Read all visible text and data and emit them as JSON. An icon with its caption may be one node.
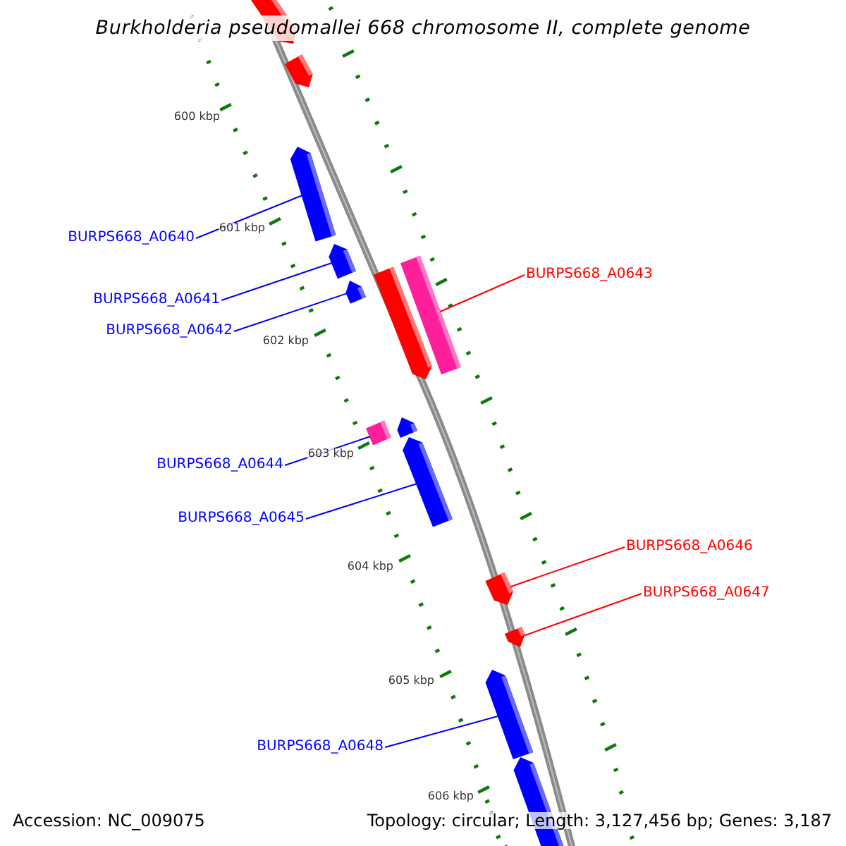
{
  "diagram": {
    "title": "Burkholderia pseudomallei 668 chromosome II, complete genome",
    "nodes": [
      {
        "text": [
          "BURPS668_A0640"
        ]
      },
      {
        "text": [
          "BURPS668_A0643"
        ]
      },
      {
        "text": [
          "BURPS668_A0641"
        ]
      },
      {
        "text": [
          "BURPS668_A0642"
        ]
      },
      {
        "text": [
          "BURPS668_A0644"
        ]
      },
      {
        "text": [
          "BURPS668_A0645"
        ]
      },
      {
        "text": [
          "BURPS668_A0646"
        ]
      },
      {
        "text": [
          "BURPS668_A0647"
        ]
      },
      {
        "text": [
          "BURPS668_A0648"
        ]
      },
      {
        "text": [],
        "shape": "bar"
      },
      {
        "text": [],
        "shape": "bar"
      },
      {
        "text": [],
        "shape": "bar"
      },
      {
        "text": [],
        "shape": "bar"
      },
      {
        "text": [],
        "shape": "bar"
      },
      {
        "text": [],
        "shape": "bar"
      },
      {
        "text": [],
        "shape": "bar"
      },
      {
        "text": [],
        "shape": "bar"
      },
      {
        "text": [],
        "shape": "bar"
      },
      {
        "text": [],
        "shape": "bar"
      },
      {
        "text": [],
        "shape": "bar"
      },
      {
        "text": [],
        "shape": "bar"
      },
      {
        "text": [],
        "shape": "bar"
      },
      {
        "text": [],
        "shape": "bar"
      }
    ],
    "edges": [
      {
        "from": 0,
        "to": 11,
        "arrow": "none"
      },
      {
        "from": 1,
        "to": 13,
        "arrow": "none",
        "color": "#ff0000"
      },
      {
        "from": 2,
        "to": 12,
        "arrow": "none"
      },
      {
        "from": 3,
        "to": 15,
        "arrow": "none"
      },
      {
        "from": 4,
        "to": 17,
        "arrow": "none"
      },
      {
        "from": 5,
        "to": 18,
        "arrow": "none"
      },
      {
        "from": 6,
        "to": 19,
        "arrow": "none",
        "color": "#ff0000"
      },
      {
        "from": 7,
        "to": 20,
        "arrow": "none",
        "color": "#ff0000"
      },
      {
        "from": 8,
        "to": 21,
        "arrow": "none"
      }
    ],
    "labels": [
      "600 kbp",
      "601 kbp",
      "602 kbp",
      "603 kbp",
      "604 kbp",
      "605 kbp",
      "606 kbp",
      "Accession: NC_009075",
      "Topology: circular; Length: 3,127,456 bp; Genes: 3,187"
    ]
  }
}
